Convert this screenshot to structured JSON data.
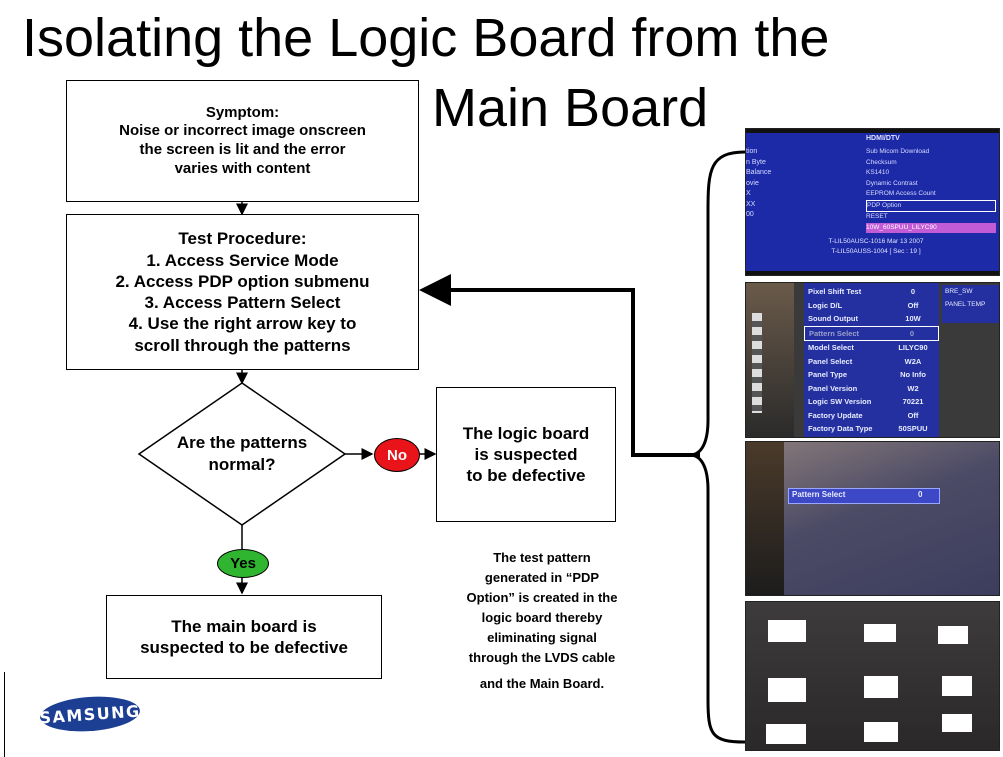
{
  "title": {
    "line1": "Isolating the Logic Board from the",
    "line2": "Main Board"
  },
  "flow": {
    "symptom": [
      "Symptom:",
      "Noise or incorrect image onscreen",
      "the screen is lit and the  error",
      "varies with content"
    ],
    "procedure": [
      "Test Procedure:",
      "1. Access Service Mode",
      "2. Access PDP option submenu",
      "3. Access Pattern Select",
      "4. Use the right arrow key to",
      "scroll through the patterns"
    ],
    "decision": [
      "Are the patterns",
      "normal?"
    ],
    "no_label": "No",
    "yes_label": "Yes",
    "logic_result": [
      "The logic board",
      "is suspected",
      "to be defective"
    ],
    "main_result": [
      "The main board is",
      "suspected to be defective"
    ]
  },
  "note": [
    "The test  pattern",
    "generated in “PDP",
    "Option” is created in the",
    "logic board thereby",
    "eliminating signal",
    "through the LVDS cable",
    "and the Main Board."
  ],
  "logo_text": "SAMSUNG",
  "screens": {
    "menu1": {
      "header": "HDMI/DTV",
      "left": [
        "tion",
        "n Byte",
        "Balance",
        "ovie",
        "X",
        "",
        "XX",
        "00"
      ],
      "right": [
        "Sub Micom Download",
        "Checksum",
        "KS1410",
        "Dynamic Contrast",
        "EEPROM Access Count",
        "PDP Option",
        "RESET",
        "10W_60SPUU_LILYC90"
      ],
      "footer1": "T-LIL50AUSC-1016 Mar 13 2007",
      "footer2": "T-LIL50AUSS-1004  [ Sec : 19 ]"
    },
    "menu2": {
      "rows": [
        {
          "label": "Pixel Shift Test",
          "value": "0"
        },
        {
          "label": "Logic D/L",
          "value": "Off"
        },
        {
          "label": "Sound Output",
          "value": "10W"
        },
        {
          "label": "Pattern Select",
          "value": "0"
        },
        {
          "label": "Model Select",
          "value": "LILYC90"
        },
        {
          "label": "Panel Select",
          "value": "W2A"
        },
        {
          "label": "Panel Type",
          "value": "No Info"
        },
        {
          "label": "Panel Version",
          "value": "W2"
        },
        {
          "label": "Logic SW Version",
          "value": "70221"
        },
        {
          "label": "Factory Update",
          "value": "Off"
        },
        {
          "label": "Factory Data Type",
          "value": "50SPUU"
        }
      ],
      "side": [
        "BRE_SW",
        "PANEL TEMP"
      ]
    },
    "menu3": {
      "label": "Pattern Select",
      "value": "0"
    }
  },
  "colors": {
    "no_red": "#e8141a",
    "yes_green": "#2fb52f",
    "menu_blue": "#1d2aa8",
    "logo_blue": "#1c3f94"
  }
}
